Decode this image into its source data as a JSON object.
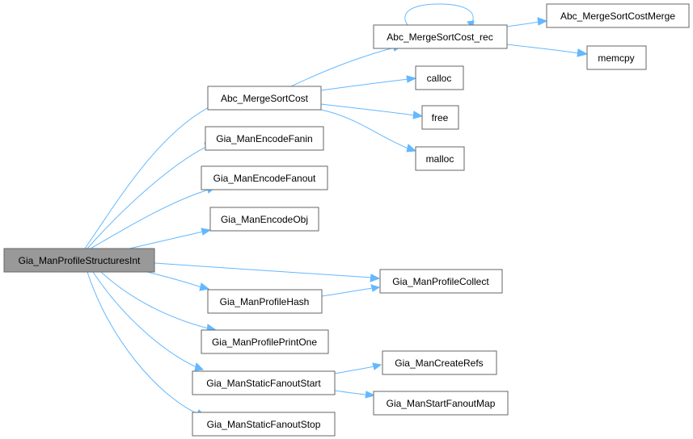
{
  "graph": {
    "colors": {
      "edge": "#63b8ff",
      "node_border": "#666666",
      "root_fill": "#999999",
      "node_fill": "#ffffff"
    },
    "nodes": {
      "root": "Gia_ManProfileStructuresInt",
      "abc_mergesortcost": "Abc_MergeSortCost",
      "abc_mergesortcost_rec": "Abc_MergeSortCost_rec",
      "abc_mergesortcostmerge": "Abc_MergeSortCostMerge",
      "memcpy": "memcpy",
      "calloc": "calloc",
      "free": "free",
      "malloc": "malloc",
      "gia_manencodefanin": "Gia_ManEncodeFanin",
      "gia_manencodefanout": "Gia_ManEncodeFanout",
      "gia_manencodeobj": "Gia_ManEncodeObj",
      "gia_manprofilecollect": "Gia_ManProfileCollect",
      "gia_manprofilehash": "Gia_ManProfileHash",
      "gia_manprofileprintone": "Gia_ManProfilePrintOne",
      "gia_manstaticfanoutstart": "Gia_ManStaticFanoutStart",
      "gia_mancreaterefs": "Gia_ManCreateRefs",
      "gia_manstartfanoutmap": "Gia_ManStartFanoutMap",
      "gia_manstaticfanoutstop": "Gia_ManStaticFanoutStop"
    }
  }
}
